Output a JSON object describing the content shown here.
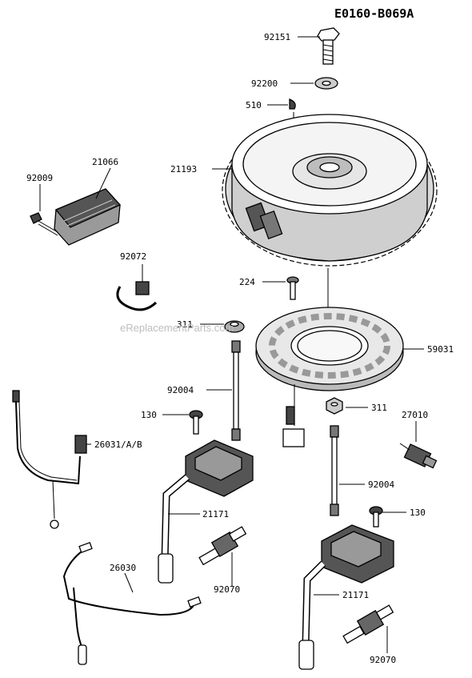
{
  "diagram_code": "E0160-B069A",
  "watermark": "eReplacementParts.com",
  "callouts": {
    "p92151": "92151",
    "p92200": "92200",
    "p510": "510",
    "p21193": "21193",
    "p92009": "92009",
    "p21066": "21066",
    "p92072": "92072",
    "p224": "224",
    "p311a": "311",
    "p59031": "59031",
    "p92004a": "92004",
    "p130a": "130",
    "p311b": "311",
    "p27010": "27010",
    "p26031": "26031/A/B",
    "p92004b": "92004",
    "p130b": "130",
    "p21171a": "21171",
    "p26030": "26030",
    "p92070a": "92070",
    "p21171b": "21171",
    "p92070b": "92070"
  }
}
